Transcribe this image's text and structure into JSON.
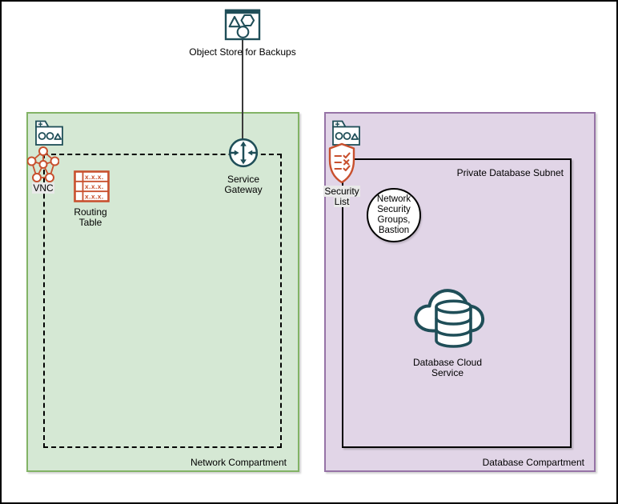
{
  "colors": {
    "icon_teal": "#1F4E58",
    "icon_orange": "#C8502E",
    "network_compartment_fill": "#D5E8D4",
    "network_compartment_border": "#82B366",
    "database_compartment_fill": "#E1D5E7",
    "database_compartment_border": "#9673A6",
    "label_background": "#E9E9E9",
    "connector_line": "#3a3a3a"
  },
  "object_store": {
    "label": "Object Store for Backups",
    "icon": "object-store-icon"
  },
  "network_compartment": {
    "label": "Network Compartment",
    "vnc": {
      "label": "VNC",
      "icon": "vcn-network-icon"
    },
    "routing_table": {
      "label": "Routing Table",
      "icon": "routing-table-icon",
      "cell_text": "x.x.x."
    },
    "service_gateway": {
      "label": "Service Gateway",
      "icon": "service-gateway-icon"
    }
  },
  "database_compartment": {
    "label": "Database Compartment",
    "security_list": {
      "label": "Security List",
      "icon": "security-list-shield-icon"
    },
    "private_subnet": {
      "label": "Private Database Subnet"
    },
    "nsg_bastion": {
      "label": "Network Security Groups, Bastion"
    },
    "database_cloud_service": {
      "label": "Database Cloud Service",
      "icon": "database-cloud-icon"
    }
  }
}
